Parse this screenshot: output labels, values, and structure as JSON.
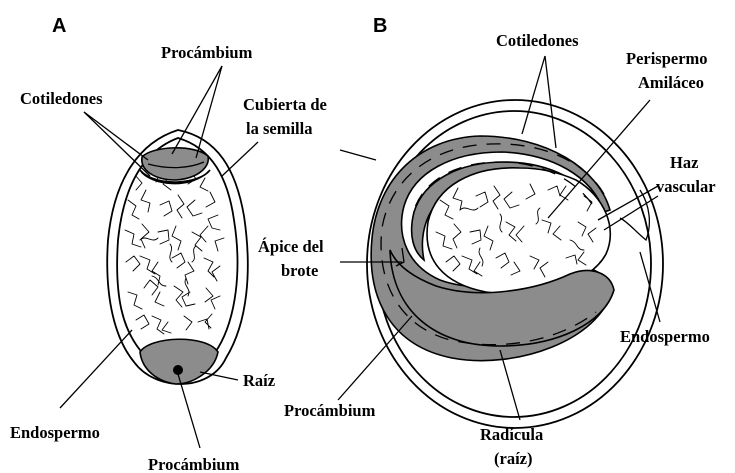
{
  "panels": {
    "a": "A",
    "b": "B"
  },
  "labels_a": {
    "procambium_top": "Procámbium",
    "cotiledones": "Cotiledones",
    "cubierta_line1": "Cubierta de",
    "cubierta_line2": "la semilla",
    "raiz": "Raíz",
    "endospermo": "Endospermo",
    "procambium_bottom": "Procámbium"
  },
  "labels_b": {
    "cotiledones": "Cotiledones",
    "perispermo_line1": "Perispermo",
    "perispermo_line2": "Amiláceo",
    "haz_line1": "Haz",
    "haz_line2": "vascular",
    "apice_line1": "Ápice del",
    "apice_line2": "brote",
    "endospermo": "Endospermo",
    "procambium": "Procámbium",
    "radicula_line1": "Radícula",
    "radicula_line2": "(raíz)"
  }
}
